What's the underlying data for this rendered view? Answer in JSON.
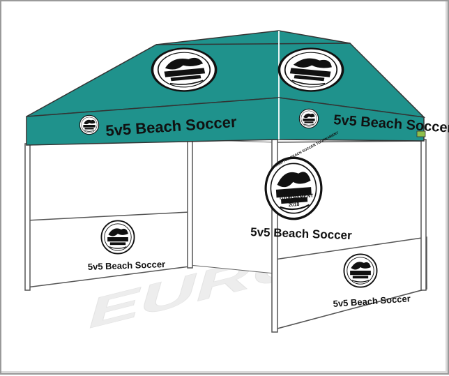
{
  "product": {
    "canopy_banner_text": "5v5 Beach Soccer",
    "wall_banner_text": "5v5 Beach Soccer",
    "logo_lines": [
      "HAMPTON BEACH SOCCER TOURNAMENT",
      "SOCCER",
      "TOURNAMENT",
      "2018"
    ],
    "watermark": "EURO"
  },
  "colors": {
    "canopy": "#1f928c",
    "canopy_dark": "#177a75",
    "wall": "#ffffff",
    "outline": "#333333",
    "ink": "#111111",
    "watermark": "#ececec"
  }
}
